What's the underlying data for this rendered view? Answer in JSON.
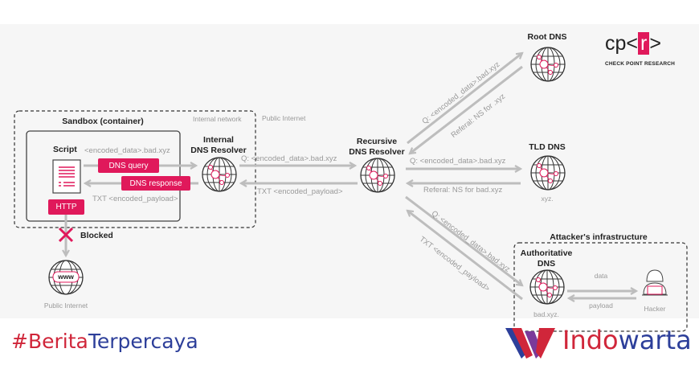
{
  "sandbox": {
    "title": "Sandbox (container)",
    "internal_network": "Internal network",
    "public_internet_zone": "Public Internet",
    "script_label": "Script",
    "query_domain": "<encoded_data>.bad.xyz",
    "dns_query": "DNS query",
    "dns_response": "DNS response",
    "txt_response": "TXT <encoded_payload>",
    "http": "HTTP"
  },
  "internal_resolver": {
    "label_line1": "Internal",
    "label_line2": "DNS Resolver",
    "query": "Q: <encoded_data>.bad.xyz",
    "response": "TXT <encoded_payload>"
  },
  "recursive_resolver": {
    "label_line1": "Recursive",
    "label_line2": "DNS Resolver"
  },
  "root_dns": {
    "label": "Root DNS",
    "query": "Q: <encoded_data>.bad.xyz",
    "referral": "Referal: NS for .xyz"
  },
  "tld_dns": {
    "label": "TLD DNS",
    "zone": "xyz.",
    "query": "Q: <encoded_data>.bad.xyz",
    "referral": "Referal: NS for bad.xyz"
  },
  "authoritative": {
    "label_line1": "Authoritative",
    "label_line2": "DNS",
    "zone": "bad.xyz.",
    "query": "Q: <encoded_data>.bad.xyz",
    "response": "TXT <encoded_payload>"
  },
  "attacker": {
    "title": "Attacker's infrastructure",
    "data": "data",
    "payload": "payload",
    "hacker": "Hacker"
  },
  "blocked": {
    "label": "Blocked",
    "www": "www",
    "public_internet": "Public Internet"
  },
  "logo_cpr": {
    "text_left": "cp<",
    "text_r": "r",
    "text_right": ">",
    "subtitle": "CHECK POINT RESEARCH"
  },
  "footer": {
    "hashtag_red": "#Berita",
    "hashtag_blue": "Terpercaya",
    "brand_red": "Indo",
    "brand_blue": "warta"
  },
  "colors": {
    "accent": "#e0195b",
    "arrow": "#bdbdbd",
    "footer_red": "#d0263a",
    "footer_blue": "#2d3f9a"
  }
}
